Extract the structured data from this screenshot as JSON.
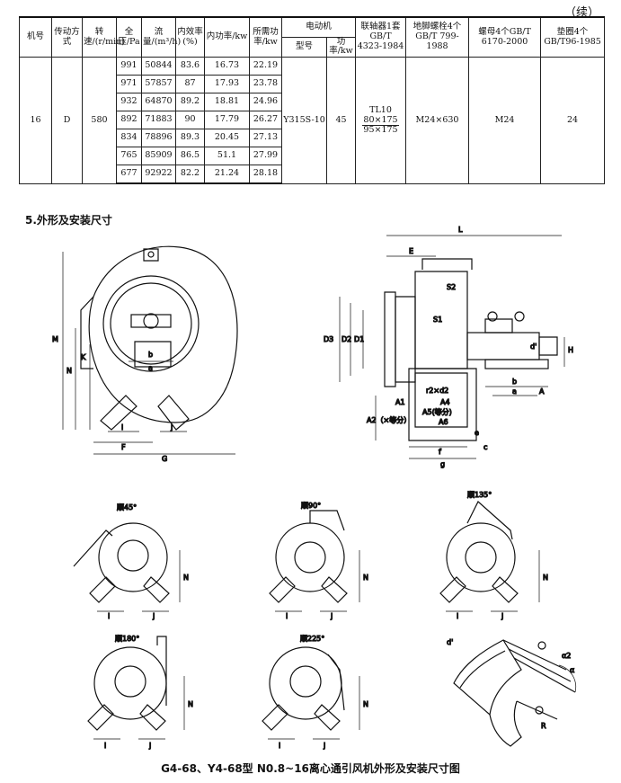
{
  "continued": "（续）",
  "table": {
    "headers": {
      "machine_no": "机号",
      "transmission": "传动方式",
      "speed": "转速/(r/min)",
      "total_pressure": "全压/Pa",
      "flow": "流量/(m³/h)",
      "internal_efficiency": "内效率(%)",
      "internal_power": "内功率/kw",
      "required_power": "所需功率/kw",
      "motor": "电动机",
      "motor_model": "型号",
      "motor_power": "功率/kw",
      "coupling": "联轴器1套GB/T 4323-1984",
      "anchor_bolt": "地脚螺栓4个GB/T 799-1988",
      "nut": "螺母4个GB/T 6170-2000",
      "washer": "垫圈4个GB/T96-1985"
    },
    "common": {
      "machine_no": "16",
      "transmission": "D",
      "speed": "580",
      "motor_model": "Y315S-10",
      "motor_power": "45",
      "coupling_prefix": "TL10",
      "coupling_num": "80×175",
      "coupling_den": "95×175",
      "anchor_bolt": "M24×630",
      "nut": "M24",
      "washer": "24"
    },
    "rows": [
      {
        "pressure": "991",
        "flow": "50844",
        "eff": "83.6",
        "ipower": "16.73",
        "rpower": "22.19"
      },
      {
        "pressure": "971",
        "flow": "57857",
        "eff": "87",
        "ipower": "17.93",
        "rpower": "23.78"
      },
      {
        "pressure": "932",
        "flow": "64870",
        "eff": "89.2",
        "ipower": "18.81",
        "rpower": "24.96"
      },
      {
        "pressure": "892",
        "flow": "71883",
        "eff": "90",
        "ipower": "17.79",
        "rpower": "26.27"
      },
      {
        "pressure": "834",
        "flow": "78896",
        "eff": "89.3",
        "ipower": "20.45",
        "rpower": "27.13"
      },
      {
        "pressure": "765",
        "flow": "85909",
        "eff": "86.5",
        "ipower": "51.1",
        "rpower": "27.99"
      },
      {
        "pressure": "677",
        "flow": "92922",
        "eff": "82.2",
        "ipower": "21.24",
        "rpower": "28.18"
      }
    ]
  },
  "section_title": "5.外形及安装尺寸",
  "front_view_labels": {
    "M": "M",
    "N": "N",
    "K": "K",
    "b": "b",
    "a": "a",
    "i": "i",
    "j": "j",
    "F": "F",
    "G": "G"
  },
  "side_view_labels": {
    "L": "L",
    "E": "E",
    "S2": "S2",
    "S1": "S1",
    "D3": "D3",
    "D2": "D2",
    "D1": "D1",
    "H": "H",
    "d": "d'",
    "a": "a",
    "b": "b",
    "A": "A",
    "r2": "r2×d2",
    "A4": "A4",
    "A5": "A5(等分)",
    "A6": "A6",
    "A2": "A2（×等分）",
    "A1": "A1",
    "c": "c",
    "e": "e",
    "f": "f",
    "g": "g"
  },
  "small_views": [
    {
      "label": "顺45°"
    },
    {
      "label": "顺90°"
    },
    {
      "label": "顺135°"
    },
    {
      "label": "顺180°"
    },
    {
      "label": "顺225°"
    }
  ],
  "small_view_dims": {
    "i": "i",
    "j": "j",
    "N": "N"
  },
  "detail_labels": {
    "d": "d'",
    "a2": "α2",
    "a": "α",
    "R": "R"
  },
  "caption": "G4-68、Y4-68型 N0.8~16离心通引风机外形及安装尺寸图"
}
